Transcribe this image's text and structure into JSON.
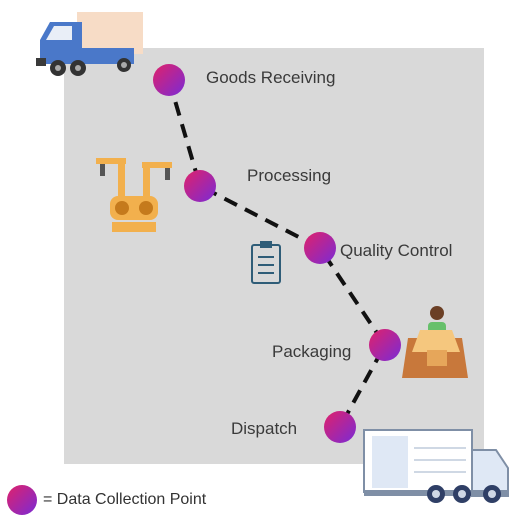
{
  "colors": {
    "panel": "#d9d9d9",
    "path": "#111111",
    "point_gradient_start": "#e0216a",
    "point_gradient_end": "#7a2bd6"
  },
  "stages": [
    {
      "label": "Goods Receiving",
      "icon": "delivery-truck-icon"
    },
    {
      "label": "Processing",
      "icon": "robotic-arms-icon"
    },
    {
      "label": "Quality Control",
      "icon": "clipboard-checklist-icon"
    },
    {
      "label": "Packaging",
      "icon": "packing-worker-icon"
    },
    {
      "label": "Dispatch",
      "icon": "lorry-icon"
    }
  ],
  "legend": {
    "marker_icon": "data-point-icon",
    "text": "= Data Collection Point"
  }
}
